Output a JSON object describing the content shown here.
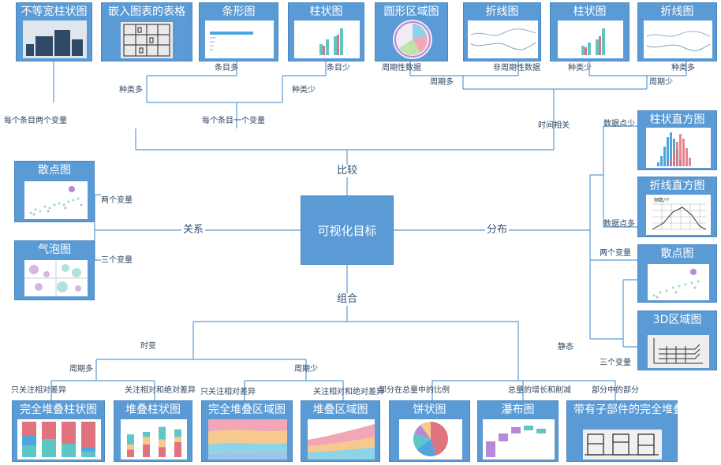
{
  "center": "可视化目标",
  "branches": {
    "compare": "比较",
    "relation": "关系",
    "distribution": "分布",
    "composition": "组合"
  },
  "cards": {
    "unequal_bar": "不等宽柱状图",
    "embedded_table": "嵌入图表的表格",
    "bar_h": "条形图",
    "column1": "柱状图",
    "radial_area": "圆形区域图",
    "line1": "折线图",
    "column2": "柱状图",
    "line2": "折线图",
    "scatter_rel": "散点图",
    "bubble": "气泡图",
    "histogram_col": "柱状直方图",
    "histogram_line": "折线直方图",
    "scatter_dist": "散点图",
    "area3d": "3D区域图",
    "stacked100_col": "完全堆叠柱状图",
    "stacked_col": "堆叠柱状图",
    "stacked100_area": "完全堆叠区域图",
    "stacked_area": "堆叠区域图",
    "pie": "饼状图",
    "waterfall": "瀑布图",
    "stacked100_sub": "带有子部件的完全堆叠柱状图"
  },
  "labels": {
    "items_many": "条目多",
    "items_few": "条目少",
    "cyclic": "周期性数据",
    "noncyclic": "非周期性数据",
    "kinds_few": "种类少",
    "kinds_many": "种类多",
    "kinds_many_left": "种类多",
    "kinds_few_left": "种类少",
    "period_many": "周期多",
    "period_few": "周期少",
    "two_vars_each": "每个条目两个变量",
    "one_var_each": "每个条目一个变量",
    "time_related": "时间相关",
    "points_few": "数据点少",
    "points_many": "数据点多",
    "two_vars_dist": "两个变量",
    "static": "静态",
    "three_vars_dist": "三个变量",
    "two_vars_rel": "两个变量",
    "three_vars_rel": "三个变量",
    "time_change": "时变",
    "period_many_bottom": "周期多",
    "period_few_bottom": "周期少",
    "rel_diff_1": "只关注相对差异",
    "rel_abs_1": "关注相对和绝对差异",
    "rel_diff_2": "只关注相对差异",
    "rel_abs_2": "关注相对和绝对差异",
    "part_of_total": "部分在总量中的比例",
    "growth_decline": "总量的增长和削减",
    "part_of_part": "部分中的部分"
  },
  "thumb_text": {
    "hist_line_title": "频数/个"
  },
  "chart_data": {
    "stacked_col_thumb": {
      "type": "bar",
      "series": [
        {
          "name": "",
          "values": [
            3,
            5,
            4,
            6
          ]
        },
        {
          "name": "",
          "values": [
            2,
            3,
            3,
            2
          ]
        },
        {
          "name": "",
          "values": [
            4,
            2,
            5,
            3
          ]
        }
      ]
    },
    "pie_thumb": {
      "type": "pie",
      "values": [
        45,
        20,
        15,
        10,
        10
      ]
    }
  },
  "colors": {
    "card": "#5b9bd5",
    "line": "#5b9bd5",
    "pink": "#e0737d",
    "teal": "#5fc6c6",
    "blue": "#4ea6dc",
    "purple": "#b58ad6"
  }
}
